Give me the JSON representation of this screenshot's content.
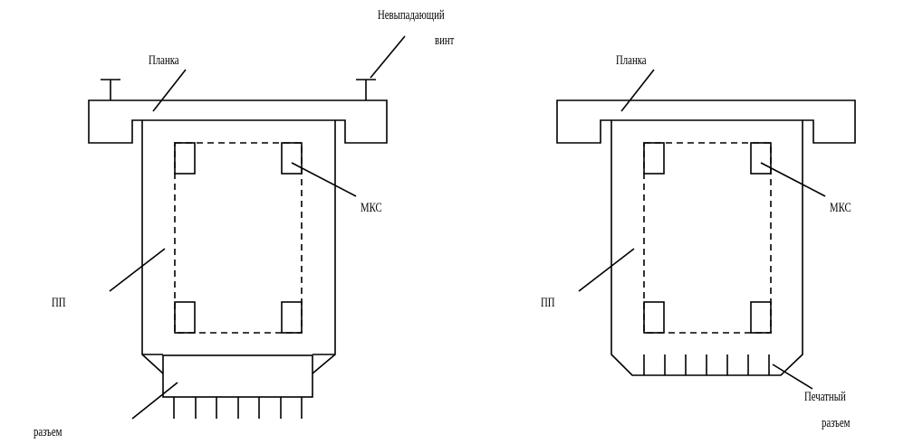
{
  "left": {
    "label_screw_line1": "Невыпадающий",
    "label_screw_line2": "винт",
    "label_bar": "Планка",
    "label_chip": "МКС",
    "label_board": "ПП",
    "label_connector": "разъем"
  },
  "right": {
    "label_bar": "Планка",
    "label_chip": "МКС",
    "label_board": "ПП",
    "label_connector_line1": "Печатный",
    "label_connector_line2": "разъем"
  }
}
